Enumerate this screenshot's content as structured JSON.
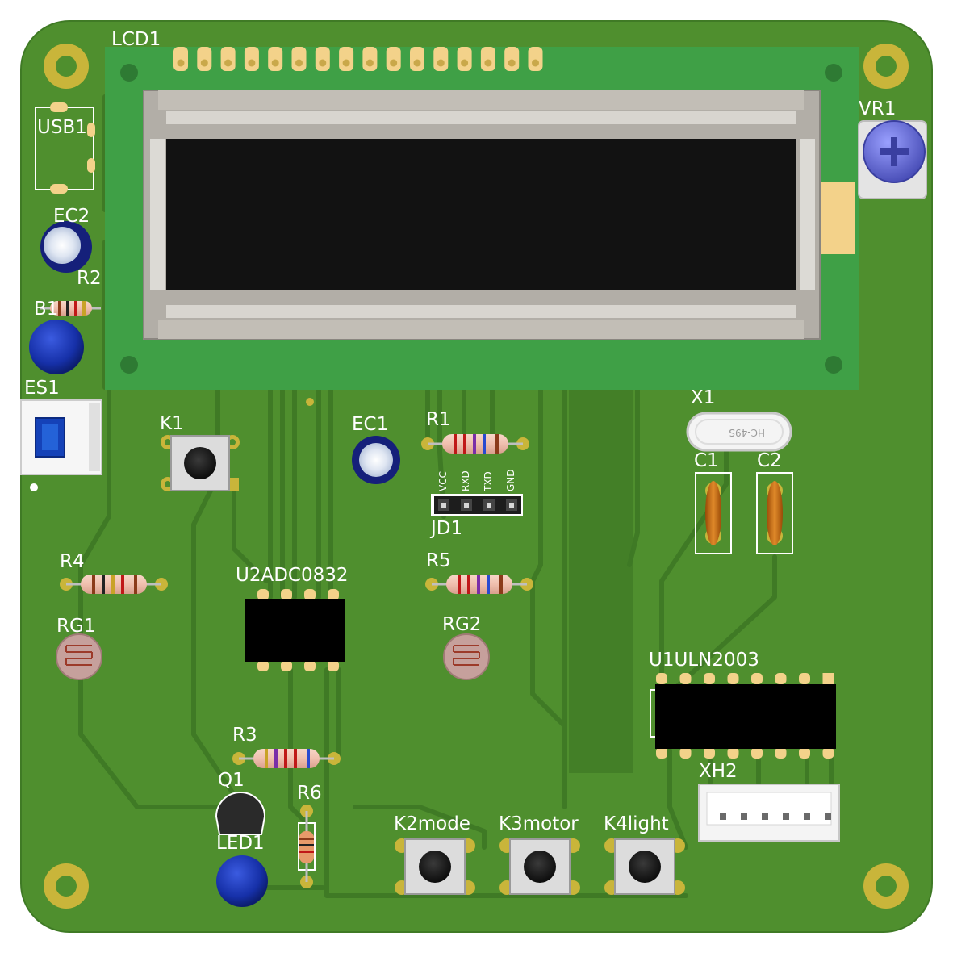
{
  "board": {
    "colors": {
      "substrate": "#4f8f2e",
      "trace": "#3f7a25",
      "pad_gold": "#c9b53a",
      "lcd_pcb": "#3fa046",
      "lcd_bezel": "#b2aea7",
      "lcd_glass": "#121212",
      "led_blue": "#1630a8",
      "ic_black": "#000000"
    }
  },
  "labels": {
    "lcd": "LCD1",
    "usb": "USB1",
    "ec2": "EC2",
    "r2": "R2",
    "b1": "B1",
    "es1": "ES1",
    "vr1": "VR1",
    "k1": "K1",
    "ec1": "EC1",
    "r1": "R1",
    "jd1": "JD1",
    "x1": "X1",
    "c1": "C1",
    "c2": "C2",
    "r4": "R4",
    "rg1": "RG1",
    "u2": "U2ADC0832",
    "r5": "R5",
    "rg2": "RG2",
    "u1": "U1ULN2003",
    "r3": "R3",
    "q1": "Q1",
    "r6": "R6",
    "led1": "LED1",
    "xh2": "XH2",
    "k2": "K2mode",
    "k3": "K3motor",
    "k4": "K4light"
  },
  "jd1_pins": [
    "VCC",
    "RXD",
    "TXD",
    "GND"
  ],
  "crystal_marking": "HC-49S"
}
